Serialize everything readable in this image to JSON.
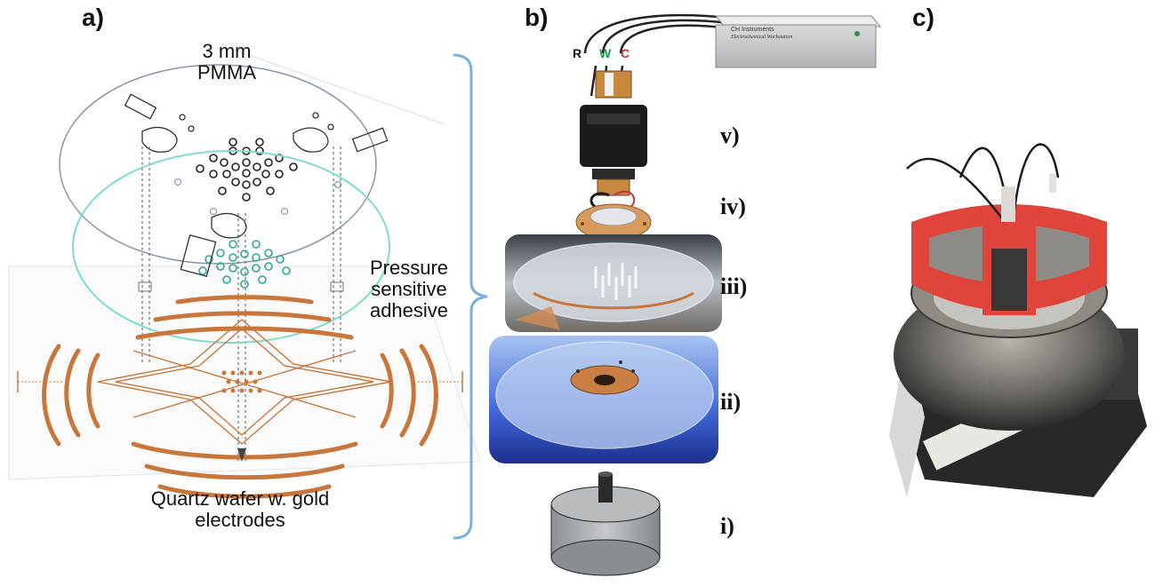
{
  "panels": {
    "a": {
      "letter": "a)",
      "layer_top_thickness": "3 mm",
      "layer_top_material": "PMMA",
      "adhesive_line1": "Pressure",
      "adhesive_line2": "sensitive",
      "adhesive_line3": "adhesive",
      "wafer_line1": "Quartz wafer w. gold",
      "wafer_line2": "electrodes"
    },
    "b": {
      "letter": "b)",
      "lead_r": "R",
      "lead_w": "W",
      "lead_c": "C",
      "instrument_line1": "CH Instruments",
      "instrument_line2": "Electrochemical Workstation",
      "layers": [
        "v)",
        "iv)",
        "iii)",
        "ii)",
        "i)"
      ]
    },
    "c": {
      "letter": "c)"
    }
  },
  "colors": {
    "gold_electrode": "#c8763a",
    "pmma_outline": "#8a96a6",
    "adhesive_outline": "#7fdcc8",
    "bracket": "#7ab0dc",
    "holder_red": "#e0443a",
    "blue_stage": "#2f50c8",
    "lead_w": "#1e9a50",
    "lead_c": "#c83030"
  }
}
